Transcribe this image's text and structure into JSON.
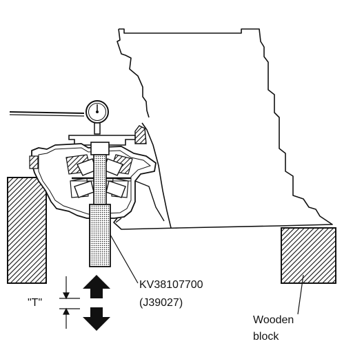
{
  "labels": {
    "tool_number": "KV38107700",
    "tool_alt": "(J39027)",
    "dimension": "\"T\"",
    "support_line1": "Wooden",
    "support_line2": "block"
  },
  "colors": {
    "ink": "#111111",
    "paper": "#ffffff"
  }
}
